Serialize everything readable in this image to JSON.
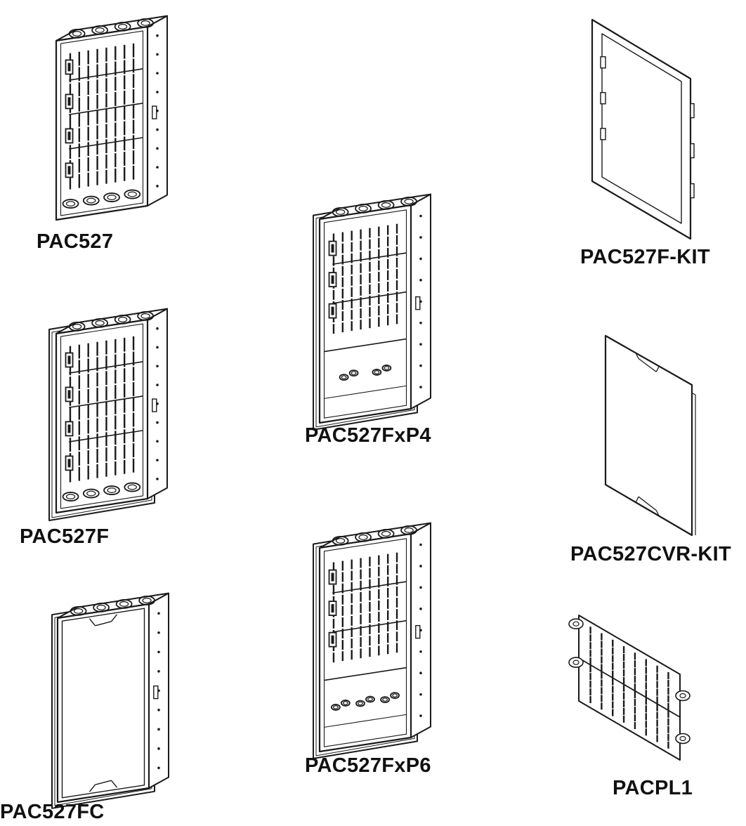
{
  "colors": {
    "line": "#1a1a1a",
    "background": "#ffffff"
  },
  "items": [
    {
      "id": "pac527",
      "label": "PAC527",
      "kind": "enclosure"
    },
    {
      "id": "pac527f",
      "label": "PAC527F",
      "kind": "enclosure-flanged"
    },
    {
      "id": "pac527fc",
      "label": "PAC527FC",
      "kind": "enclosure-covered"
    },
    {
      "id": "pac527fxp4",
      "label": "PAC527FxP4",
      "kind": "enclosure-4-outlets"
    },
    {
      "id": "pac527fxp6",
      "label": "PAC527FxP6",
      "kind": "enclosure-6-outlets"
    },
    {
      "id": "pac527f-kit",
      "label": "PAC527F-KIT",
      "kind": "flange-frame"
    },
    {
      "id": "pac527cvr-kit",
      "label": "PAC527CVR-KIT",
      "kind": "cover-panel"
    },
    {
      "id": "pacpl1",
      "label": "PACPL1",
      "kind": "perforated-plate"
    }
  ]
}
